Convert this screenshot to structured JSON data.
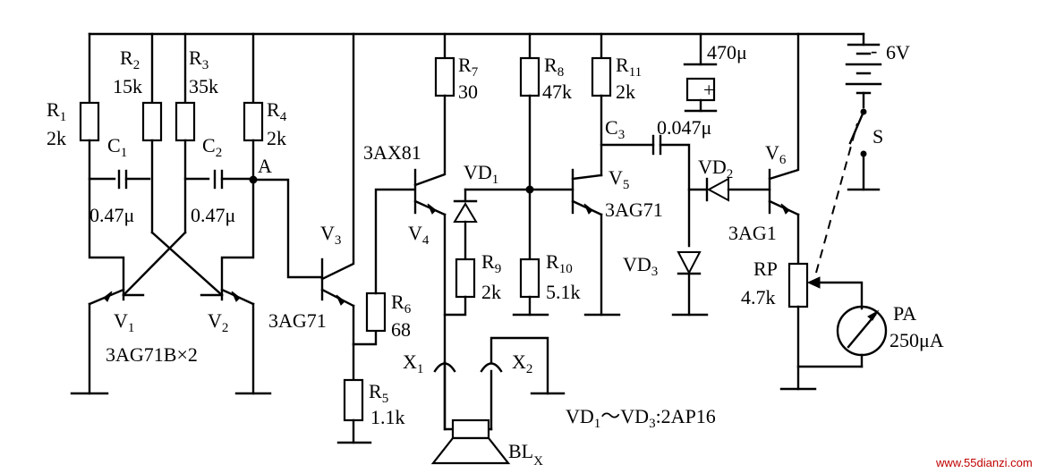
{
  "components": {
    "supply": {
      "name": "6V"
    },
    "switch": {
      "name": "S"
    },
    "cap_supply": {
      "value": "470μ"
    },
    "R1": {
      "name": "R",
      "sub": "1",
      "value": "2k"
    },
    "R2": {
      "name": "R",
      "sub": "2",
      "value": "15k"
    },
    "R3": {
      "name": "R",
      "sub": "3",
      "value": "35k"
    },
    "R4": {
      "name": "R",
      "sub": "4",
      "value": "2k"
    },
    "R5": {
      "name": "R",
      "sub": "5",
      "value": "1.1k"
    },
    "R6": {
      "name": "R",
      "sub": "6",
      "value": "68"
    },
    "R7": {
      "name": "R",
      "sub": "7",
      "value": "30"
    },
    "R8": {
      "name": "R",
      "sub": "8",
      "value": "47k"
    },
    "R9": {
      "name": "R",
      "sub": "9",
      "value": "2k"
    },
    "R10": {
      "name": "R",
      "sub": "10",
      "value": "5.1k"
    },
    "R11": {
      "name": "R",
      "sub": "11",
      "value": "2k"
    },
    "C1": {
      "name": "C",
      "sub": "1",
      "value": "0.47μ"
    },
    "C2": {
      "name": "C",
      "sub": "2",
      "value": "0.47μ"
    },
    "C3": {
      "name": "C",
      "sub": "3",
      "value": "0.047μ"
    },
    "V1": {
      "name": "V",
      "sub": "1"
    },
    "V2": {
      "name": "V",
      "sub": "2"
    },
    "V1V2_type": {
      "value": "3AG71B×2"
    },
    "V3": {
      "name": "V",
      "sub": "3",
      "type": "3AG71"
    },
    "V4": {
      "name": "V",
      "sub": "4",
      "type": "3AX81"
    },
    "V5": {
      "name": "V",
      "sub": "5",
      "type": "3AG71"
    },
    "V6": {
      "name": "V",
      "sub": "6",
      "type": "3AG1"
    },
    "VD1": {
      "name": "VD",
      "sub": "1"
    },
    "VD2": {
      "name": "VD",
      "sub": "2"
    },
    "VD3": {
      "name": "VD",
      "sub": "3"
    },
    "RP": {
      "name": "RP",
      "value": "4.7k"
    },
    "PA": {
      "name": "PA",
      "value": "250μA"
    },
    "X1": {
      "name": "X",
      "sub": "1"
    },
    "X2": {
      "name": "X",
      "sub": "2"
    },
    "BL": {
      "name": "BL",
      "sub": "X"
    }
  },
  "node_A": "A",
  "note": {
    "a": "VD",
    "a_sub": "1",
    "mid": "～VD",
    "b_sub": "3",
    "tail": ":2AP16"
  },
  "watermark": "www.55dianzi.com"
}
